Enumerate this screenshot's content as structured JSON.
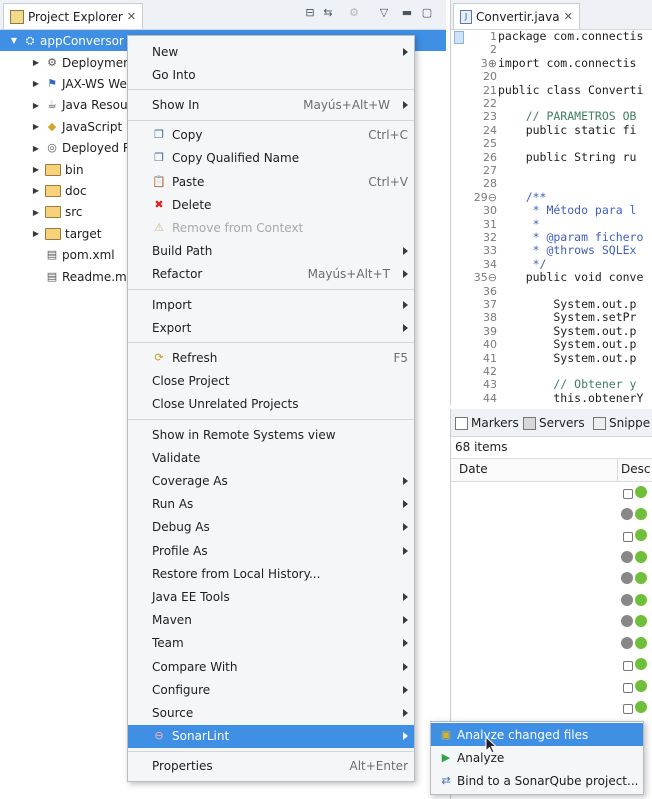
{
  "explorer": {
    "tab_title": "Project Explorer",
    "root": "appConversor",
    "items": [
      {
        "label": "Deployment",
        "icon": "deployment-descriptor-icon",
        "expandable": true
      },
      {
        "label": "JAX-WS Web",
        "icon": "jaxws-icon",
        "expandable": true
      },
      {
        "label": "Java Resource",
        "icon": "java-resources-icon",
        "expandable": true
      },
      {
        "label": "JavaScript Re",
        "icon": "javascript-resources-icon",
        "expandable": true
      },
      {
        "label": "Deployed Re",
        "icon": "deployed-resources-icon",
        "expandable": true
      },
      {
        "label": "bin",
        "icon": "folder-icon",
        "expandable": true
      },
      {
        "label": "doc",
        "icon": "folder-icon",
        "expandable": true
      },
      {
        "label": "src",
        "icon": "folder-icon",
        "expandable": true
      },
      {
        "label": "target",
        "icon": "folder-icon",
        "expandable": true
      },
      {
        "label": "pom.xml",
        "icon": "xml-file-icon",
        "expandable": false
      },
      {
        "label": "Readme.md",
        "icon": "text-file-icon",
        "expandable": false
      }
    ]
  },
  "editor": {
    "tab_title": "Convertir.java",
    "lines": [
      {
        "n": "1",
        "text": "package com.connectis"
      },
      {
        "n": "2",
        "text": ""
      },
      {
        "n": "3⊕",
        "text": "import com.connectis"
      },
      {
        "n": "20",
        "text": ""
      },
      {
        "n": "21",
        "text": "public class Converti"
      },
      {
        "n": "22",
        "text": ""
      },
      {
        "n": "23",
        "text": "    // PARAMETROS OB"
      },
      {
        "n": "24",
        "text": "    public static fi"
      },
      {
        "n": "25",
        "text": ""
      },
      {
        "n": "26",
        "text": "    public String ru"
      },
      {
        "n": "27",
        "text": ""
      },
      {
        "n": "28",
        "text": ""
      },
      {
        "n": "29⊖",
        "text": "    /**"
      },
      {
        "n": "30",
        "text": "     * Método para l"
      },
      {
        "n": "31",
        "text": "     *"
      },
      {
        "n": "32",
        "text": "     * @param fichero"
      },
      {
        "n": "33",
        "text": "     * @throws SQLEx"
      },
      {
        "n": "34",
        "text": "     */"
      },
      {
        "n": "35⊖",
        "text": "    public void conve"
      },
      {
        "n": "36",
        "text": ""
      },
      {
        "n": "37",
        "text": "        System.out.p"
      },
      {
        "n": "38",
        "text": "        System.setPr"
      },
      {
        "n": "39",
        "text": "        System.out.p"
      },
      {
        "n": "40",
        "text": "        System.out.p"
      },
      {
        "n": "41",
        "text": "        System.out.p"
      },
      {
        "n": "42",
        "text": ""
      },
      {
        "n": "43",
        "text": "        // Obtener y"
      },
      {
        "n": "44",
        "text": "        this.obtenerY"
      }
    ]
  },
  "markers_view": {
    "tabs": [
      {
        "label": "Markers",
        "icon": "markers-icon"
      },
      {
        "label": "Servers",
        "icon": "servers-icon"
      },
      {
        "label": "Snippe",
        "icon": "snippets-icon"
      }
    ],
    "count": "68 items",
    "col_date": "Date",
    "col_desc": "Desc",
    "row_icons": [
      "lock-icon",
      "bug-icon",
      "lock-icon",
      "bug-icon",
      "bug-icon",
      "bug-icon",
      "bug-icon",
      "bug-icon",
      "lock-icon",
      "lock-icon",
      "lock-icon"
    ]
  },
  "context_menu": {
    "items": [
      {
        "label": "New",
        "submenu": true
      },
      {
        "label": "Go Into"
      },
      {
        "sep": true
      },
      {
        "label": "Show In",
        "shortcut": "Mayús+Alt+W",
        "submenu": true
      },
      {
        "sep": true
      },
      {
        "label": "Copy",
        "shortcut": "Ctrl+C",
        "icon": "copy-icon"
      },
      {
        "label": "Copy Qualified Name",
        "icon": "copy-qualified-name-icon"
      },
      {
        "label": "Paste",
        "shortcut": "Ctrl+V",
        "icon": "paste-icon"
      },
      {
        "label": "Delete",
        "icon": "delete-icon"
      },
      {
        "label": "Remove from Context",
        "disabled": true,
        "icon": "remove-context-icon"
      },
      {
        "label": "Build Path",
        "submenu": true
      },
      {
        "label": "Refactor",
        "shortcut": "Mayús+Alt+T",
        "submenu": true
      },
      {
        "sep": true
      },
      {
        "label": "Import",
        "submenu": true
      },
      {
        "label": "Export",
        "submenu": true
      },
      {
        "sep": true
      },
      {
        "label": "Refresh",
        "shortcut": "F5",
        "icon": "refresh-icon"
      },
      {
        "label": "Close Project"
      },
      {
        "label": "Close Unrelated Projects"
      },
      {
        "sep": true
      },
      {
        "label": "Show in Remote Systems view"
      },
      {
        "label": "Validate"
      },
      {
        "label": "Coverage As",
        "submenu": true
      },
      {
        "label": "Run As",
        "submenu": true
      },
      {
        "label": "Debug As",
        "submenu": true
      },
      {
        "label": "Profile As",
        "submenu": true
      },
      {
        "label": "Restore from Local History..."
      },
      {
        "label": "Java EE Tools",
        "submenu": true
      },
      {
        "label": "Maven",
        "submenu": true
      },
      {
        "label": "Team",
        "submenu": true
      },
      {
        "label": "Compare With",
        "submenu": true
      },
      {
        "label": "Configure",
        "submenu": true
      },
      {
        "label": "Source",
        "submenu": true
      },
      {
        "label": "SonarLint",
        "submenu": true,
        "selected": true,
        "icon": "sonarlint-icon"
      },
      {
        "sep": true
      },
      {
        "label": "Properties",
        "shortcut": "Alt+Enter"
      }
    ]
  },
  "sonarlint_submenu": {
    "items": [
      {
        "label": "Analyze changed files",
        "icon": "analyze-changed-files-icon",
        "selected": true
      },
      {
        "label": "Analyze",
        "icon": "run-analyze-icon"
      },
      {
        "label": "Bind to a SonarQube project...",
        "icon": "bind-icon"
      }
    ]
  },
  "colors": {
    "selection": "#3f8fe5",
    "keyword": "#7f0055",
    "comment": "#3f7f5f",
    "javadoc": "#3f5fbf"
  }
}
